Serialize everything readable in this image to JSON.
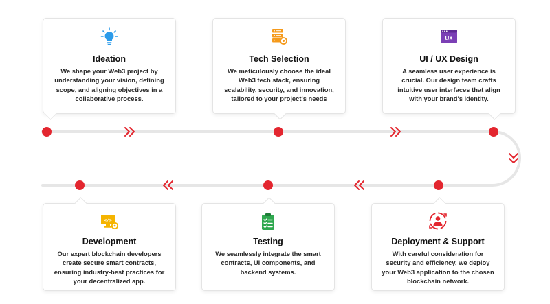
{
  "steps": [
    {
      "title": "Ideation",
      "description": "We shape your Web3 project by understanding your vision, defining scope, and aligning objectives in a collaborative process.",
      "icon": "lightbulb-icon"
    },
    {
      "title": "Tech Selection",
      "description": "We meticulously choose the ideal Web3 tech stack, ensuring scalability, security, and innovation, tailored to your project's needs",
      "icon": "server-stack-icon"
    },
    {
      "title": "UI / UX Design",
      "description": "A seamless user experience is crucial. Our design team crafts intuitive user interfaces that align with your brand's identity.",
      "icon": "ux-window-icon",
      "icon_text": "UX"
    },
    {
      "title": "Development",
      "description": "Our expert blockchain developers create secure smart contracts, ensuring industry-best practices for your decentralized app.",
      "icon": "code-monitor-icon",
      "icon_text": "</>"
    },
    {
      "title": "Testing",
      "description": "We seamlessly integrate the smart contracts, UI components, and backend systems.",
      "icon": "checklist-clipboard-icon"
    },
    {
      "title": "Deployment & Support",
      "description": "With careful consideration for security and efficiency, we deploy your Web3 application to the chosen blockchain network.",
      "icon": "deploy-support-icon"
    }
  ],
  "colors": {
    "accent": "#e3262f",
    "line": "#e6e6e6",
    "orange": "#f59a1b",
    "purple": "#7b3fb5",
    "blue": "#2b9bea",
    "green": "#2fa84f",
    "text": "#2a2a2a"
  }
}
